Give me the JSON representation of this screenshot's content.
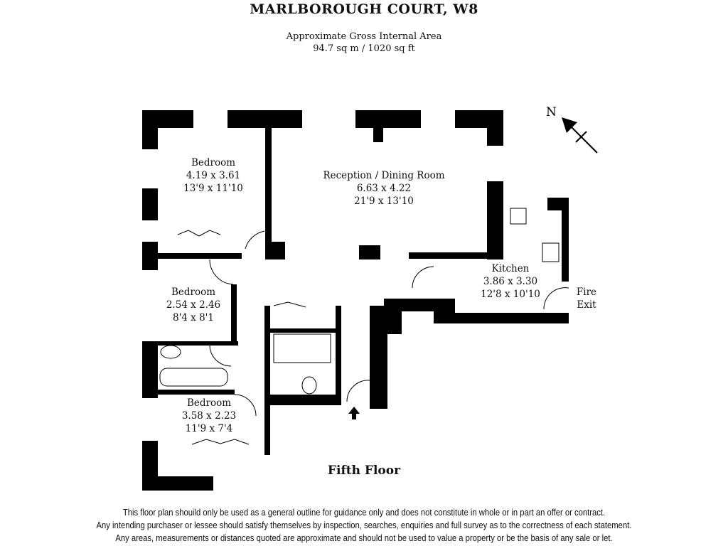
{
  "header": {
    "title": "MARLBOROUGH COURT, W8",
    "area_label": "Approximate Gross Internal Area",
    "area_value": "94.7 sq m / 1020 sq ft"
  },
  "compass": {
    "label": "N"
  },
  "rooms": [
    {
      "name": "Bedroom",
      "metric": "4.19 x 3.61",
      "imperial": "13'9 x 11'10"
    },
    {
      "name": "Reception / Dining Room",
      "metric": "6.63 x 4.22",
      "imperial": "21'9 x 13'10"
    },
    {
      "name": "Kitchen",
      "metric": "3.86 x 3.30",
      "imperial": "12'8 x 10'10"
    },
    {
      "name": "Bedroom",
      "metric": "2.54 x 2.46",
      "imperial": "8'4 x 8'1"
    },
    {
      "name": "Bedroom",
      "metric": "3.58 x 2.23",
      "imperial": "11'9 x 7'4"
    }
  ],
  "fire_exit": {
    "line1": "Fire",
    "line2": "Exit"
  },
  "floor_label": "Fifth Floor",
  "disclaimer": [
    "This floor plan shouild only be used as a general outline for guidance only and does not constitute in whole or in part an offer or contract.",
    "Any intending purchaser or lessee should satisfy themselves by inspection, searches, enquiries and full survey as to the correctness of each statement.",
    "Any areas, measurements or distances quoted are approximate and should not be used to value a property or be the basis of any sale or let."
  ]
}
